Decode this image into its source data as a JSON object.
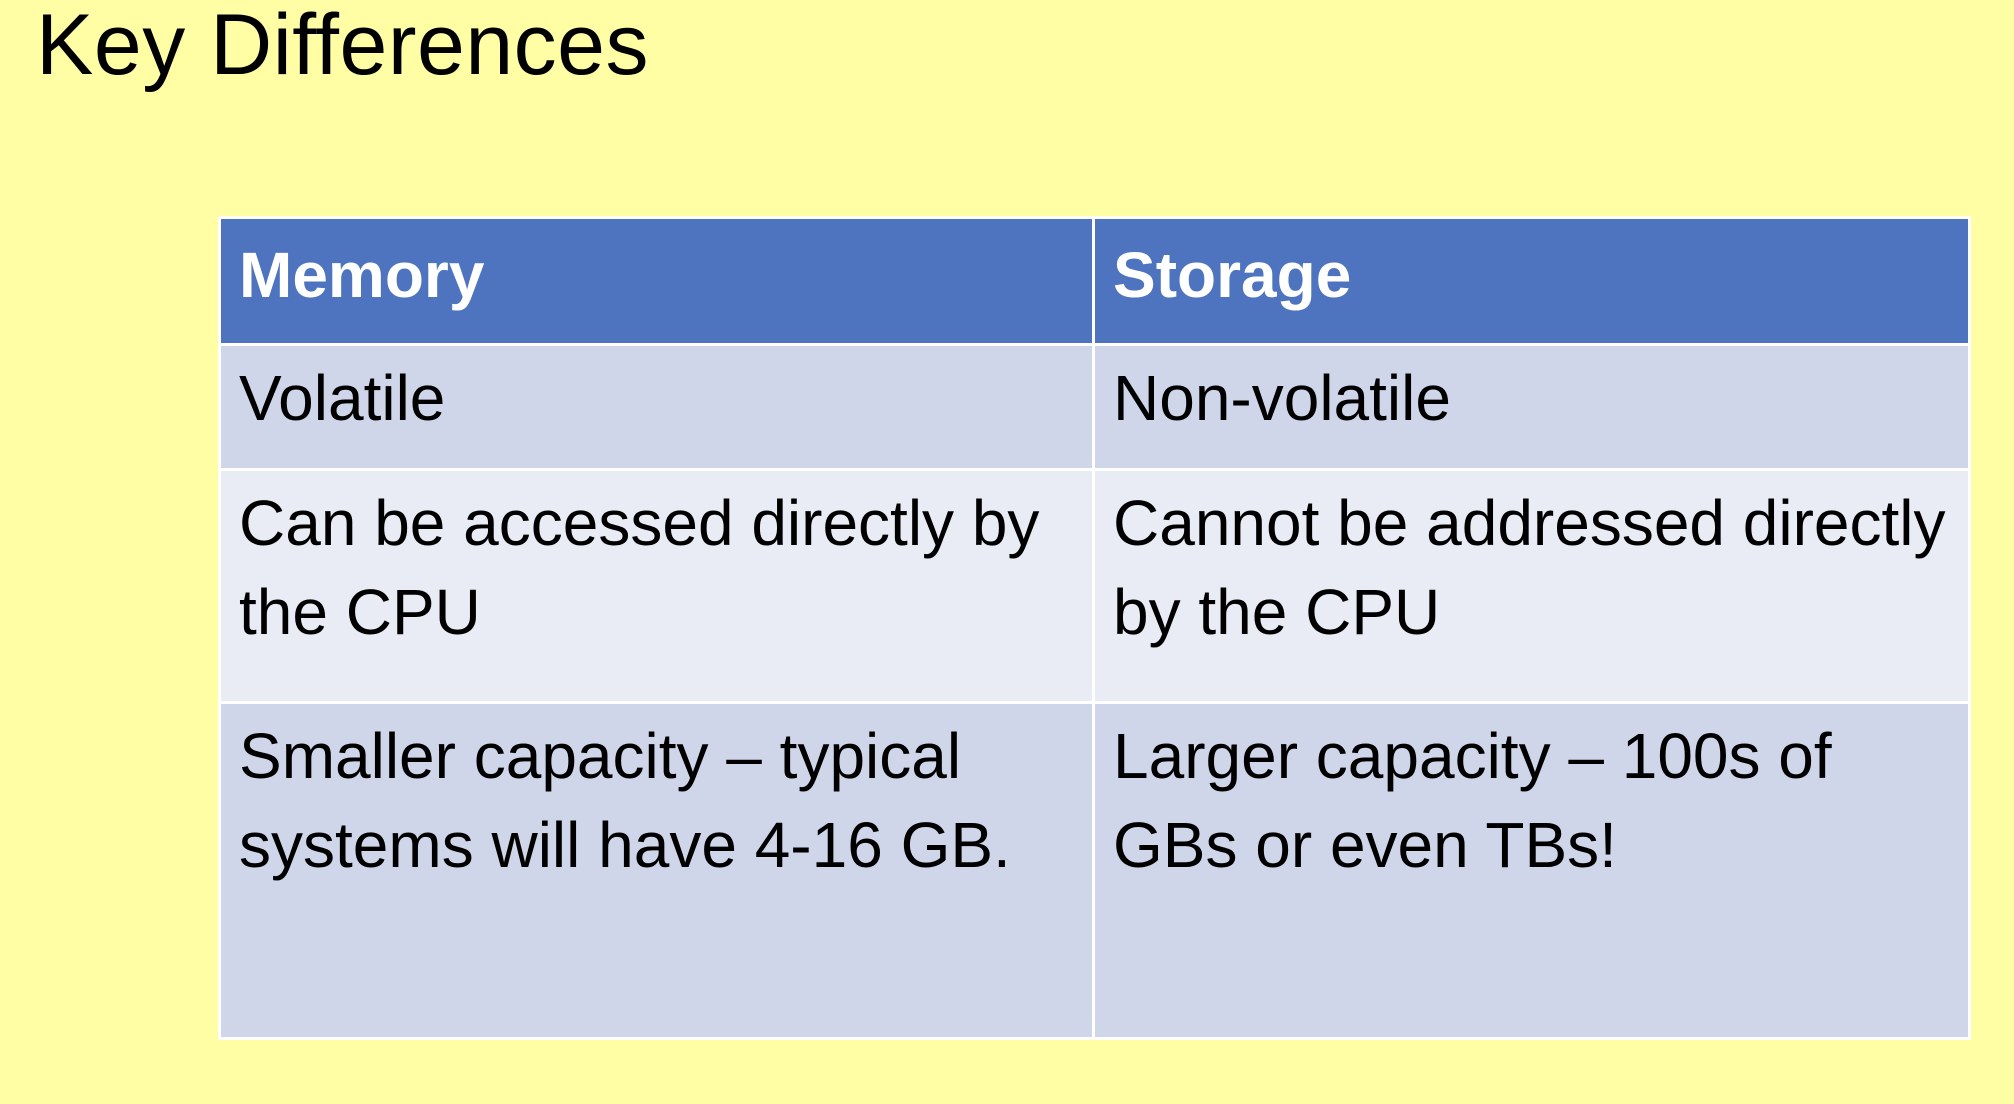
{
  "slide": {
    "title": "Key Differences"
  },
  "table": {
    "headers": [
      "Memory",
      "Storage"
    ],
    "rows": [
      [
        "Volatile",
        "Non-volatile"
      ],
      [
        "Can be accessed directly by the CPU",
        "Cannot be addressed directly by the CPU"
      ],
      [
        "Smaller capacity – typical systems will have 4-16 GB.",
        "Larger capacity – 100s of GBs or even TBs!"
      ]
    ]
  },
  "colors": {
    "background": "#fffea4",
    "header_fill": "#4e74c0",
    "row_band_dark": "#d0d6ea",
    "row_band_light": "#e9ecf5"
  }
}
